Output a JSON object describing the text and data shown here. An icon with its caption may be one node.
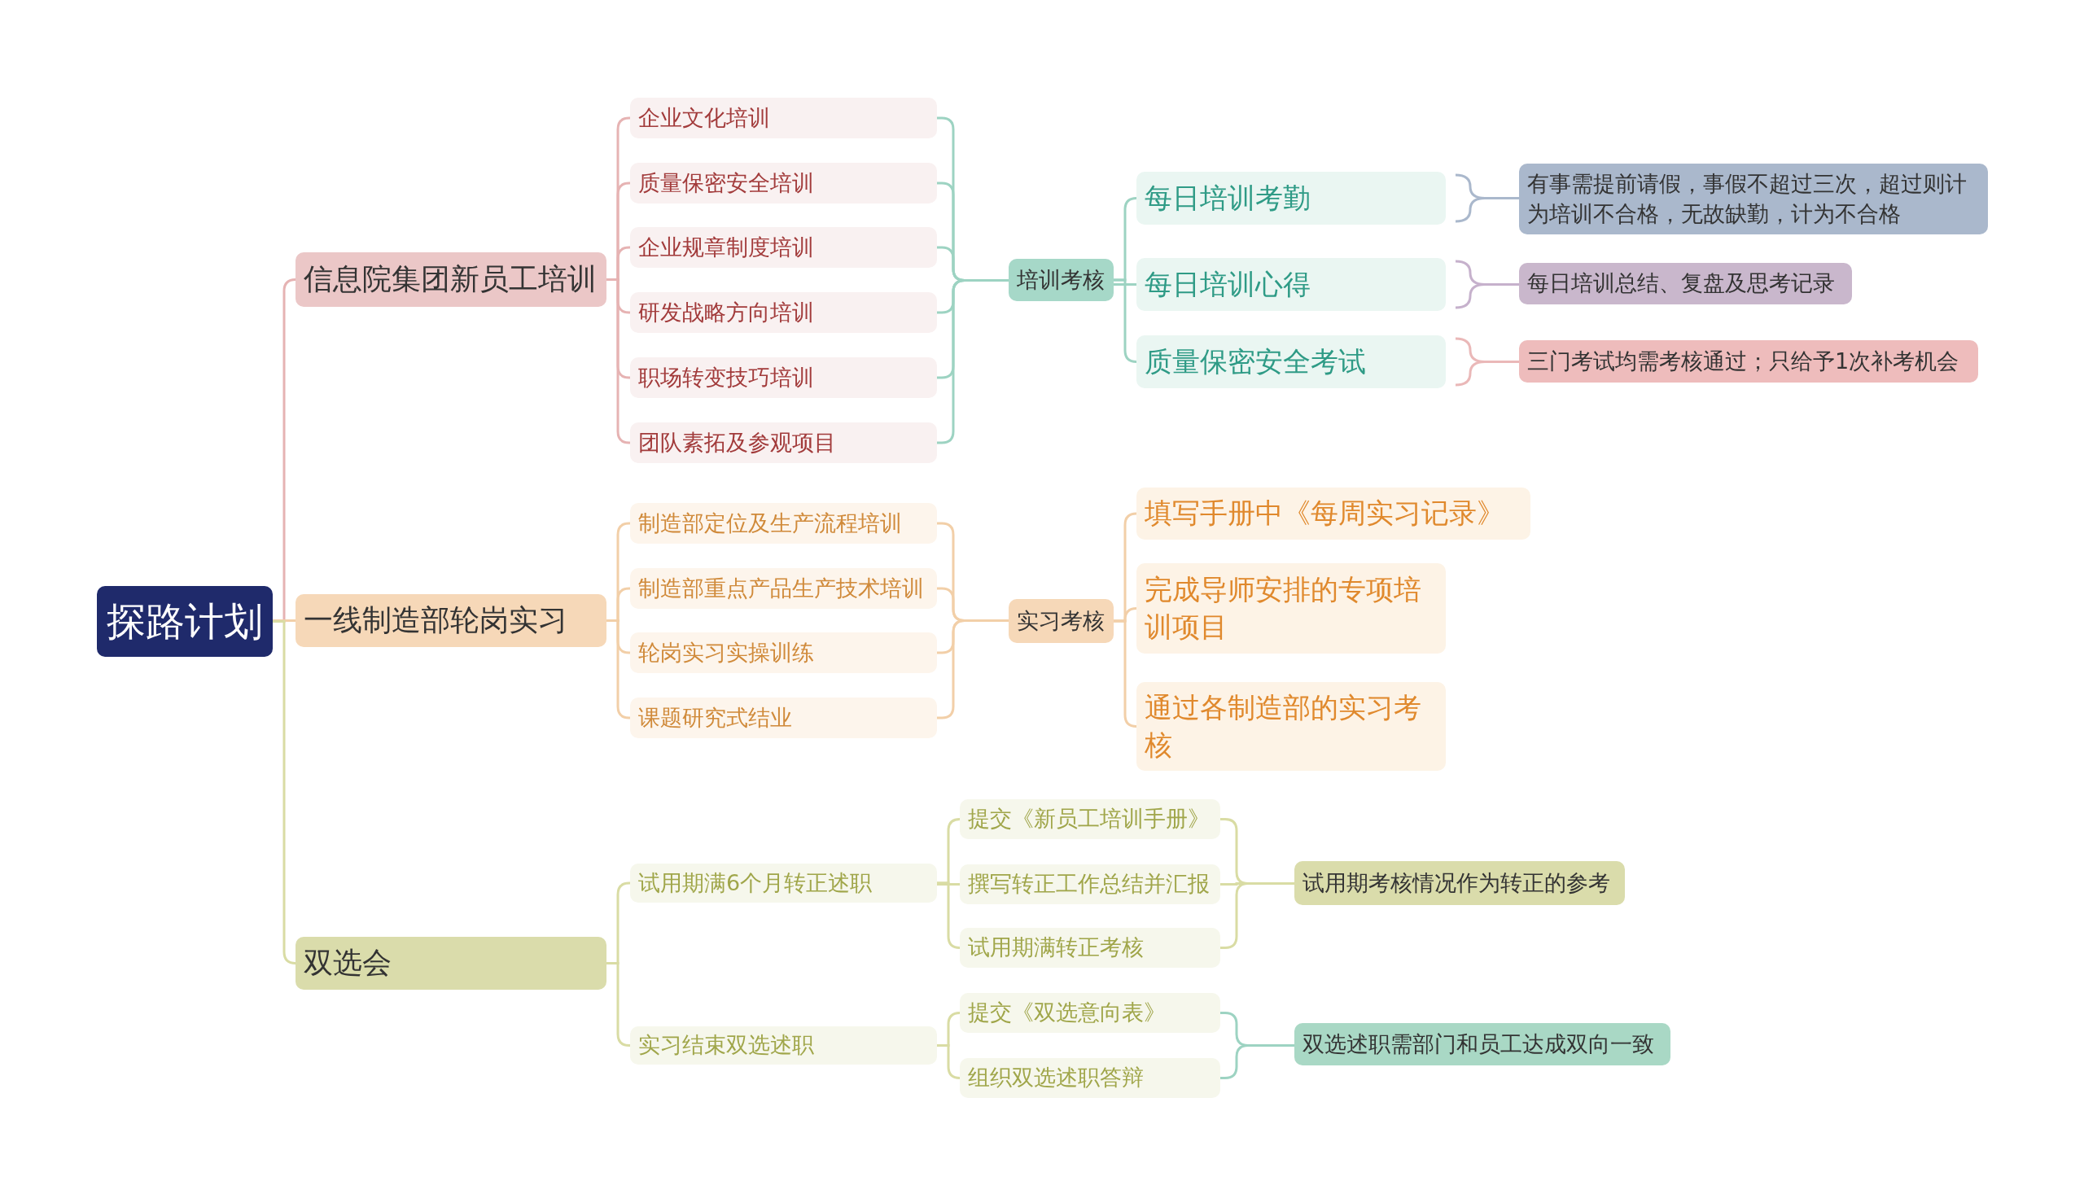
{
  "diagram": {
    "nodes": [
      {
        "text": [
          "探路计划"
        ]
      },
      {
        "text": [
          "信息院集团新员工培训"
        ]
      },
      {
        "text": [
          "企业文化培训"
        ]
      },
      {
        "text": [
          "质量保密安全培训"
        ]
      },
      {
        "text": [
          "企业规章制度培训"
        ]
      },
      {
        "text": [
          "研发战略方向培训"
        ]
      },
      {
        "text": [
          "职场转变技巧培训"
        ]
      },
      {
        "text": [
          "团队素拓及参观项目"
        ]
      },
      {
        "text": [
          "培训考核"
        ]
      },
      {
        "text": [
          "每日培训考勤"
        ]
      },
      {
        "text": [
          "每日培训心得"
        ]
      },
      {
        "text": [
          "质量保密安全考试"
        ]
      },
      {
        "text": [
          "有事需提前请假，事假不超过三次，超过则计为培训不合格，无故缺勤，计为不合格"
        ]
      },
      {
        "text": [
          "每日培训总结、复盘及思考记录"
        ]
      },
      {
        "text": [
          "三门考试均需考核通过；只给予1次补考机会"
        ]
      },
      {
        "text": [
          "一线制造部轮岗实习"
        ]
      },
      {
        "text": [
          "制造部定位及生产流程培训"
        ]
      },
      {
        "text": [
          "制造部重点产品生产技术培训"
        ]
      },
      {
        "text": [
          "轮岗实习实操训练"
        ]
      },
      {
        "text": [
          "课题研究式结业"
        ]
      },
      {
        "text": [
          "实习考核"
        ]
      },
      {
        "text": [
          "填写手册中《每周实习记录》"
        ]
      },
      {
        "text": [
          "完成导师安排的专项培训项目"
        ]
      },
      {
        "text": [
          "通过各制造部的实习考核"
        ]
      },
      {
        "text": [
          "双选会"
        ]
      },
      {
        "text": [
          "试用期满6个月转正述职"
        ]
      },
      {
        "text": [
          "提交《新员工培训手册》"
        ]
      },
      {
        "text": [
          "撰写转正工作总结并汇报"
        ]
      },
      {
        "text": [
          "试用期满转正考核"
        ]
      },
      {
        "text": [
          "试用期考核情况作为转正的参考"
        ]
      },
      {
        "text": [
          "实习结束双选述职"
        ]
      },
      {
        "text": [
          "提交《双选意向表》"
        ]
      },
      {
        "text": [
          "组织双选述职答辩"
        ]
      },
      {
        "text": [
          "双选述职需部门和员工达成双向一致"
        ]
      }
    ],
    "edges": [
      {
        "from": 0,
        "to": 1,
        "arrow": "none",
        "color": "#e6b3b3"
      },
      {
        "from": 0,
        "to": 15,
        "arrow": "none",
        "color": "#f2cfa8"
      },
      {
        "from": 0,
        "to": 24,
        "arrow": "none",
        "color": "#d9dca4"
      },
      {
        "from": 1,
        "to": 2,
        "arrow": "none",
        "color": "#e6b3b3"
      },
      {
        "from": 1,
        "to": 3,
        "arrow": "none",
        "color": "#e6b3b3"
      },
      {
        "from": 1,
        "to": 4,
        "arrow": "none",
        "color": "#e6b3b3"
      },
      {
        "from": 1,
        "to": 5,
        "arrow": "none",
        "color": "#e6b3b3"
      },
      {
        "from": 1,
        "to": 6,
        "arrow": "none",
        "color": "#e6b3b3"
      },
      {
        "from": 1,
        "to": 7,
        "arrow": "none",
        "color": "#e6b3b3"
      },
      {
        "from": 2,
        "to": 8,
        "arrow": "none",
        "color": "#9dd3c2"
      },
      {
        "from": 3,
        "to": 8,
        "arrow": "none",
        "color": "#9dd3c2"
      },
      {
        "from": 4,
        "to": 8,
        "arrow": "none",
        "color": "#9dd3c2"
      },
      {
        "from": 5,
        "to": 8,
        "arrow": "none",
        "color": "#9dd3c2"
      },
      {
        "from": 6,
        "to": 8,
        "arrow": "none",
        "color": "#9dd3c2"
      },
      {
        "from": 7,
        "to": 8,
        "arrow": "none",
        "color": "#9dd3c2"
      },
      {
        "from": 8,
        "to": 9,
        "arrow": "none",
        "color": "#9dd3c2"
      },
      {
        "from": 8,
        "to": 10,
        "arrow": "none",
        "color": "#9dd3c2"
      },
      {
        "from": 8,
        "to": 11,
        "arrow": "none",
        "color": "#9dd3c2"
      },
      {
        "from": 9,
        "to": 12,
        "arrow": "none",
        "color": "#aab8cc"
      },
      {
        "from": 10,
        "to": 13,
        "arrow": "none",
        "color": "#c6b1cc"
      },
      {
        "from": 11,
        "to": 14,
        "arrow": "none",
        "color": "#eab8b8"
      },
      {
        "from": 15,
        "to": 16,
        "arrow": "none",
        "color": "#f2cfa8"
      },
      {
        "from": 15,
        "to": 17,
        "arrow": "none",
        "color": "#f2cfa8"
      },
      {
        "from": 15,
        "to": 18,
        "arrow": "none",
        "color": "#f2cfa8"
      },
      {
        "from": 15,
        "to": 19,
        "arrow": "none",
        "color": "#f2cfa8"
      },
      {
        "from": 16,
        "to": 20,
        "arrow": "none",
        "color": "#f2cfa8"
      },
      {
        "from": 17,
        "to": 20,
        "arrow": "none",
        "color": "#f2cfa8"
      },
      {
        "from": 18,
        "to": 20,
        "arrow": "none",
        "color": "#f2cfa8"
      },
      {
        "from": 19,
        "to": 20,
        "arrow": "none",
        "color": "#f2cfa8"
      },
      {
        "from": 20,
        "to": 21,
        "arrow": "none",
        "color": "#f2cfa8"
      },
      {
        "from": 20,
        "to": 22,
        "arrow": "none",
        "color": "#f2cfa8"
      },
      {
        "from": 20,
        "to": 23,
        "arrow": "none",
        "color": "#f2cfa8"
      },
      {
        "from": 24,
        "to": 25,
        "arrow": "none",
        "color": "#d9dca4"
      },
      {
        "from": 24,
        "to": 30,
        "arrow": "none",
        "color": "#d9dca4"
      },
      {
        "from": 25,
        "to": 26,
        "arrow": "none",
        "color": "#d9dca4"
      },
      {
        "from": 25,
        "to": 27,
        "arrow": "none",
        "color": "#d9dca4"
      },
      {
        "from": 25,
        "to": 28,
        "arrow": "none",
        "color": "#d9dca4"
      },
      {
        "from": 26,
        "to": 29,
        "arrow": "none",
        "color": "#d9dca4"
      },
      {
        "from": 27,
        "to": 29,
        "arrow": "none",
        "color": "#d9dca4"
      },
      {
        "from": 28,
        "to": 29,
        "arrow": "none",
        "color": "#d9dca4"
      },
      {
        "from": 30,
        "to": 31,
        "arrow": "none",
        "color": "#d9dca4"
      },
      {
        "from": 30,
        "to": 32,
        "arrow": "none",
        "color": "#d9dca4"
      },
      {
        "from": 31,
        "to": 33,
        "arrow": "none",
        "color": "#9dd3c2"
      },
      {
        "from": 32,
        "to": 33,
        "arrow": "none",
        "color": "#9dd3c2"
      }
    ]
  }
}
